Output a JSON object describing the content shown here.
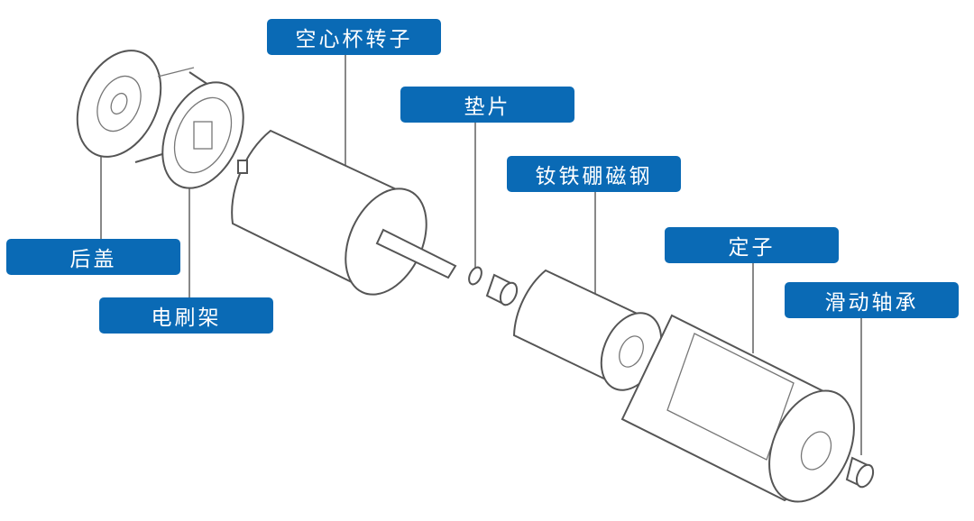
{
  "labels": {
    "rotor": "空心杯转子",
    "washer": "垫片",
    "magnet": "钕铁硼磁钢",
    "stator": "定子",
    "bearing": "滑动轴承",
    "rear_cover": "后盖",
    "brush_holder": "电刷架"
  },
  "colors": {
    "label_bg": "#0a6ab5",
    "label_text": "#ffffff"
  }
}
